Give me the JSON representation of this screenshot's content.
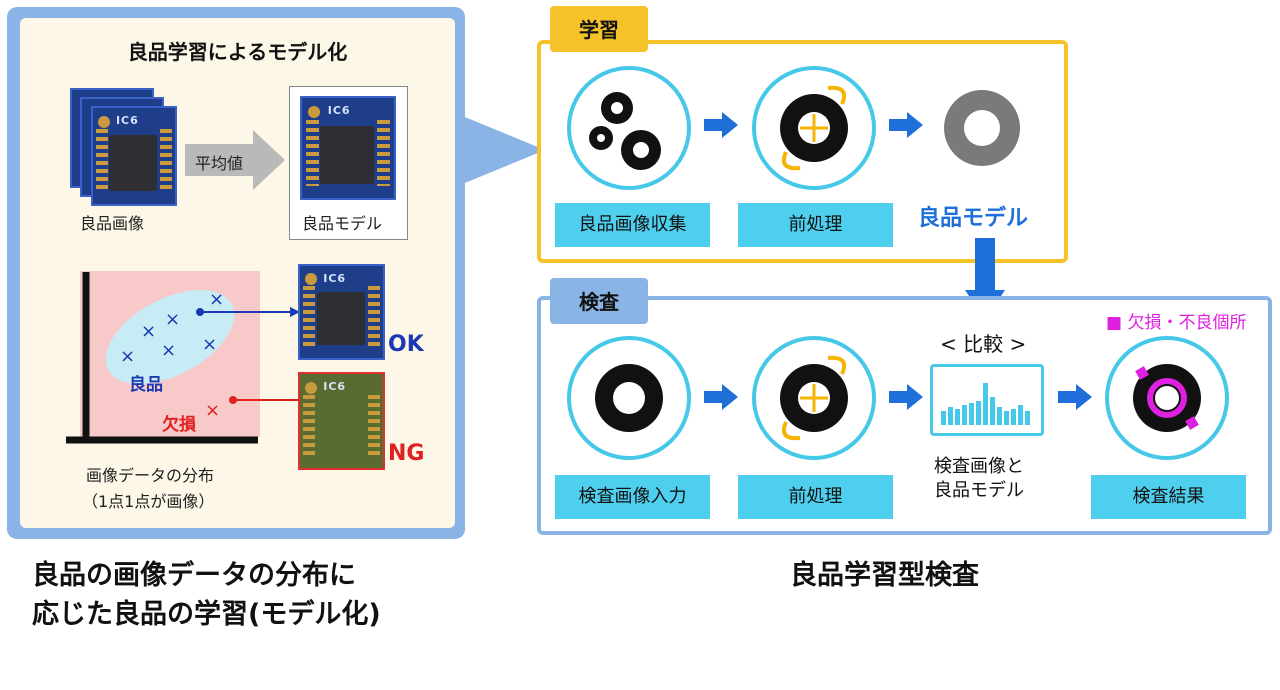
{
  "left": {
    "title": "良品学習によるモデル化",
    "average_label": "平均値",
    "good_images_label": "良品画像",
    "good_model_label": "良品モデル",
    "chip_label": "IC6",
    "plot_good_label": "良品",
    "plot_defect_label": "欠損",
    "mark": "×",
    "ok_label": "OK",
    "ng_label": "NG",
    "distribution_line1": "画像データの分布",
    "distribution_line2": "（1点1点が画像）"
  },
  "learning": {
    "tag": "学習",
    "step1_label": "良品画像収集",
    "step2_label": "前処理",
    "result_label": "良品モデル"
  },
  "inspection": {
    "tag": "検査",
    "step1_label": "検査画像入力",
    "step2_label": "前処理",
    "compare_label": "< 比較 >",
    "compare_caption_line1": "検査画像と",
    "compare_caption_line2": "良品モデル",
    "result_label": "検査結果",
    "legend_label": "■ 欠損・不良個所"
  },
  "captions": {
    "left_line1": "良品の画像データの分布に",
    "left_line2": "応じた良品の学習(モデル化)",
    "right": "良品学習型検査"
  },
  "colors": {
    "yellow": "#f5c22a",
    "light_blue": "#8ab4e6",
    "cyan": "#4fcfee",
    "arrow_blue": "#1e6fd9",
    "magenta": "#e020e0",
    "ok_blue": "#1a3ab5",
    "ng_red": "#e02020"
  }
}
